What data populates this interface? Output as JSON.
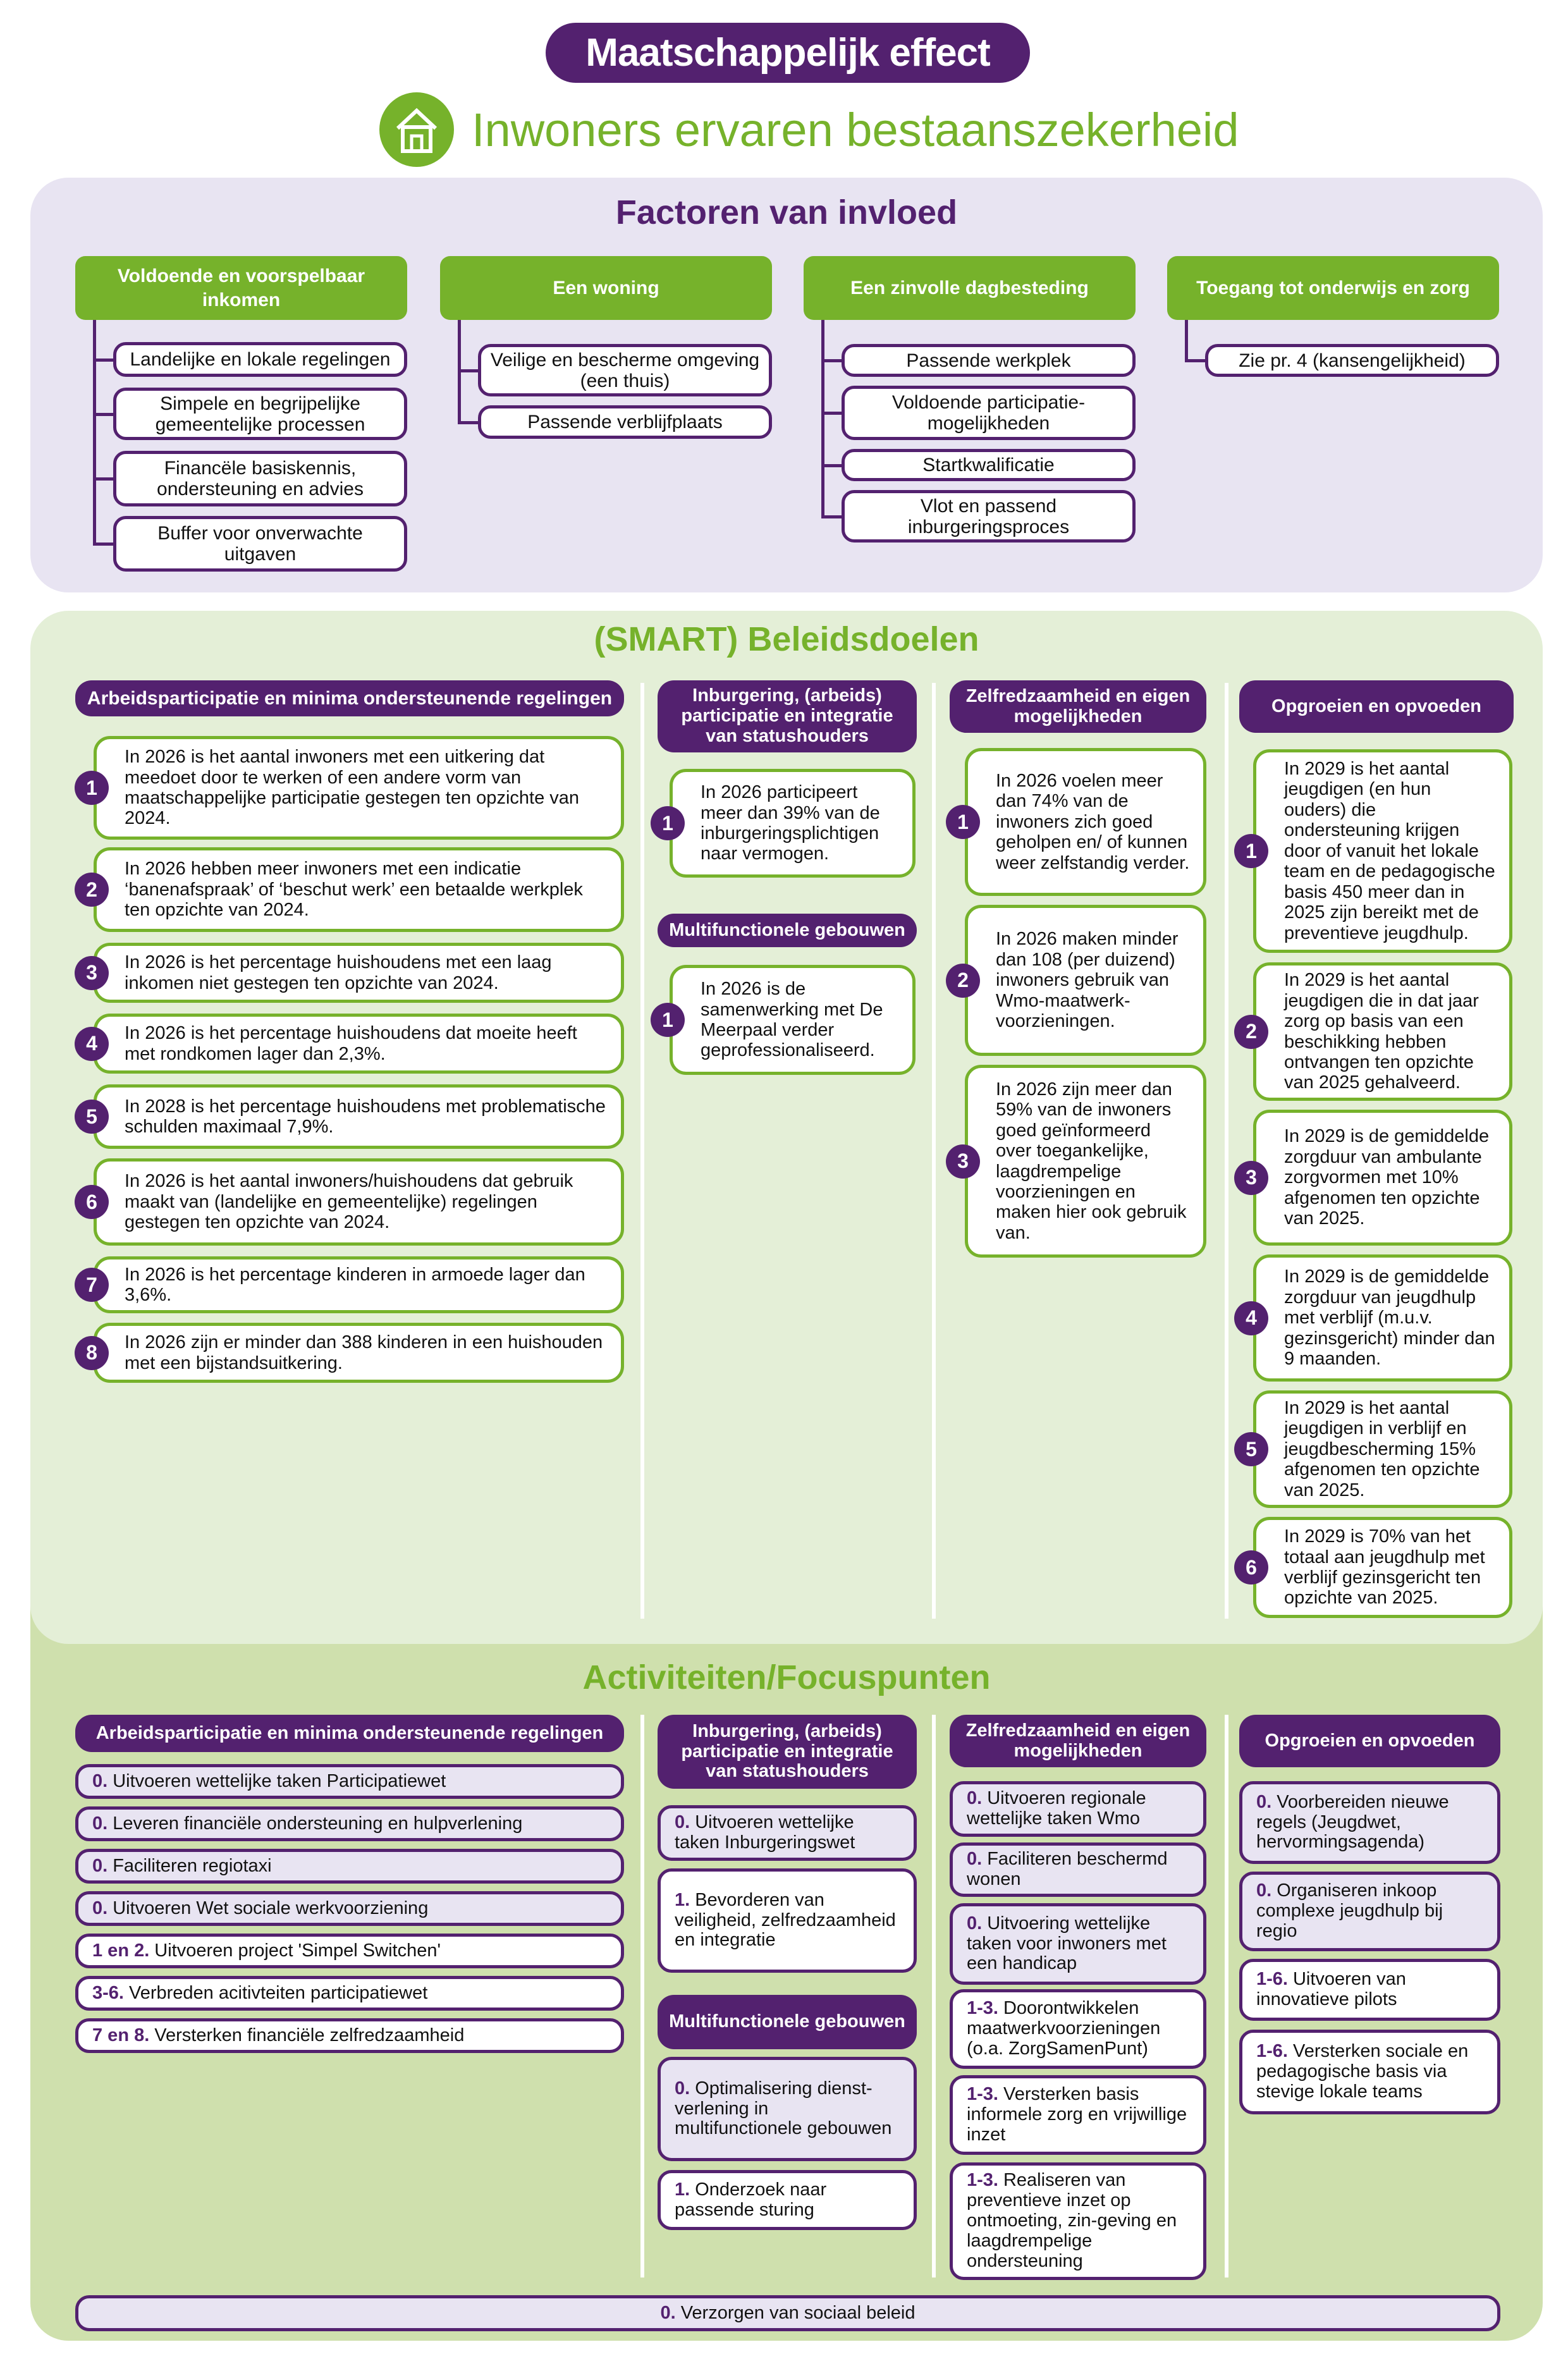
{
  "header": {
    "title": "Maatschappelijk effect",
    "subtitle": "Inwoners ervaren bestaanszekerheid",
    "icon": "house-icon"
  },
  "colors": {
    "purple": "#53216f",
    "green": "#76b22b",
    "lavender": "#e8e4f2",
    "light_green": "#e4efd7",
    "mid_green": "#cfe0ad"
  },
  "factors": {
    "title": "Factoren van invloed",
    "columns": [
      {
        "header": "Voldoende en voorspelbaar inkomen",
        "items": [
          "Landelijke en lokale regelingen",
          "Simpele en begrijpelijke gemeentelijke processen",
          "Financële basiskennis, ondersteuning en advies",
          "Buffer voor onverwachte uitgaven"
        ]
      },
      {
        "header": "Een woning",
        "items": [
          "Veilige en bescherme omgeving (een thuis)",
          "Passende verblijfplaats"
        ]
      },
      {
        "header": "Een zinvolle dagbesteding",
        "items": [
          "Passende werkplek",
          "Voldoende participatie-mogelijkheden",
          "Startkwalificatie",
          "Vlot en passend inburgeringsproces"
        ]
      },
      {
        "header": "Toegang tot onderwijs en zorg",
        "items": [
          "Zie pr. 4 (kansengelijkheid)"
        ]
      }
    ]
  },
  "smart": {
    "title": "(SMART) Beleidsdoelen",
    "groups": [
      {
        "header": "Arbeidsparticipatie en minima ondersteunende regelingen",
        "items": [
          {
            "num": "1",
            "text": "In 2026 is het aantal inwoners met een uitkering dat meedoet door te werken of een andere vorm van maatschappelijke participatie gestegen ten opzichte van 2024."
          },
          {
            "num": "2",
            "text": "In 2026 hebben meer inwoners met een indicatie ‘banenafspraak’ of ‘beschut werk’ een betaalde werkplek ten opzichte van 2024."
          },
          {
            "num": "3",
            "text": "In 2026 is het percentage huishoudens met een laag inkomen niet gestegen ten opzichte van 2024."
          },
          {
            "num": "4",
            "text": "In 2026 is het percentage huishoudens dat moeite heeft met rondkomen lager dan 2,3%."
          },
          {
            "num": "5",
            "text": "In 2028 is het percentage huishoudens met problematische schulden maximaal 7,9%."
          },
          {
            "num": "6",
            "text": "In 2026 is het aantal inwoners/huishoudens dat gebruik maakt van (landelijke en gemeentelijke) regelingen gestegen ten opzichte van 2024."
          },
          {
            "num": "7",
            "text": "In 2026 is het percentage kinderen in armoede lager dan 3,6%."
          },
          {
            "num": "8",
            "text": "In 2026 zijn er minder dan 388 kinderen in een huishouden met een bijstandsuitkering."
          }
        ]
      },
      {
        "header": "Inburgering, (arbeids) participatie en integratie van statushouders",
        "items": [
          {
            "num": "1",
            "text": "In 2026 participeert meer dan 39% van de inburgeringsplichtigen naar vermogen."
          }
        ]
      },
      {
        "header": "Multifunctionele gebouwen",
        "items": [
          {
            "num": "1",
            "text": "In 2026 is de samenwerking met De Meerpaal verder geprofessionaliseerd."
          }
        ]
      },
      {
        "header": "Zelfredzaamheid en eigen mogelijkheden",
        "items": [
          {
            "num": "1",
            "text": "In 2026 voelen meer dan 74% van de inwoners zich goed geholpen en/ of kunnen weer zelfstandig verder."
          },
          {
            "num": "2",
            "text": "In 2026 maken minder dan 108 (per duizend) inwoners gebruik van Wmo-maatwerk-voorzieningen."
          },
          {
            "num": "3",
            "text": "In 2026 zijn meer dan 59% van de inwoners goed geïnformeerd over toegankelijke, laagdrempelige voorzieningen en maken hier ook gebruik van."
          }
        ]
      },
      {
        "header": "Opgroeien en opvoeden",
        "items": [
          {
            "num": "1",
            "text": "In 2029 is het aantal jeugdigen (en hun ouders) die ondersteuning krijgen door of vanuit het lokale team en de pedagogische basis 450 meer dan in 2025 zijn bereikt met de preventieve jeugdhulp."
          },
          {
            "num": "2",
            "text": "In 2029 is het aantal jeugdigen die in dat jaar zorg op basis van een beschikking hebben ontvangen ten opzichte van 2025 gehalveerd."
          },
          {
            "num": "3",
            "text": "In 2029 is de gemiddelde zorgduur van ambulante zorgvormen met 10% afgenomen ten opzichte van 2025."
          },
          {
            "num": "4",
            "text": "In 2029 is de gemiddelde zorgduur van jeugdhulp met verblijf (m.u.v. gezinsgericht) minder dan 9 maanden."
          },
          {
            "num": "5",
            "text": "In 2029 is het aantal jeugdigen in verblijf en jeugdbescherming 15% afgenomen ten opzichte van 2025."
          },
          {
            "num": "6",
            "text": "In 2029 is 70% van het totaal aan jeugdhulp met verblijf gezinsgericht ten opzichte van 2025."
          }
        ]
      }
    ]
  },
  "activities": {
    "title": "Activiteiten/Focuspunten",
    "groups": [
      {
        "header": "Arbeidsparticipatie en minima ondersteunende regelingen",
        "items": [
          {
            "ref": "0.",
            "text": "Uitvoeren wettelijke taken Participatiewet",
            "core": true
          },
          {
            "ref": "0.",
            "text": "Leveren financiële ondersteuning en hulpverlening",
            "core": true
          },
          {
            "ref": "0.",
            "text": "Faciliteren regiotaxi",
            "core": true
          },
          {
            "ref": "0.",
            "text": "Uitvoeren Wet sociale werkvoorziening",
            "core": true
          },
          {
            "ref": "1 en 2.",
            "text": "Uitvoeren project 'Simpel Switchen'",
            "core": false
          },
          {
            "ref": "3-6.",
            "text": "Verbreden acitivteiten participatiewet",
            "core": false
          },
          {
            "ref": "7 en 8.",
            "text": "Versterken financiële zelfredzaamheid",
            "core": false
          }
        ]
      },
      {
        "header": "Inburgering, (arbeids) participatie en integratie van statushouders",
        "items": [
          {
            "ref": "0.",
            "text": "Uitvoeren wettelijke taken Inburgeringswet",
            "core": true
          },
          {
            "ref": "1.",
            "text": "Bevorderen van veiligheid, zelfredzaamheid en integratie",
            "core": false
          }
        ]
      },
      {
        "header": "Multifunctionele gebouwen",
        "items": [
          {
            "ref": "0.",
            "text": "Optimalisering dienst-verlening in multifunctionele gebouwen",
            "core": true
          },
          {
            "ref": "1.",
            "text": "Onderzoek naar passende sturing",
            "core": false
          }
        ]
      },
      {
        "header": "Zelfredzaamheid en eigen mogelijkheden",
        "items": [
          {
            "ref": "0.",
            "text": "Uitvoeren regionale wettelijke taken Wmo",
            "core": true
          },
          {
            "ref": "0.",
            "text": "Faciliteren beschermd wonen",
            "core": true
          },
          {
            "ref": "0.",
            "text": "Uitvoering wettelijke taken voor inwoners met een handicap",
            "core": true
          },
          {
            "ref": "1-3.",
            "text": "Doorontwikkelen maatwerkvoorzieningen (o.a.  ZorgSamenPunt)",
            "core": false
          },
          {
            "ref": "1-3.",
            "text": "Versterken basis informele zorg en vrijwillige inzet",
            "core": false
          },
          {
            "ref": "1-3.",
            "text": "Realiseren van preventieve inzet op ontmoeting, zin-geving en laagdrempelige ondersteuning",
            "core": false
          }
        ]
      },
      {
        "header": "Opgroeien en opvoeden",
        "items": [
          {
            "ref": "0.",
            "text": "Voorbereiden nieuwe regels (Jeugdwet, hervormingsagenda)",
            "core": true
          },
          {
            "ref": "0.",
            "text": "Organiseren inkoop complexe jeugdhulp bij regio",
            "core": true
          },
          {
            "ref": "1-6.",
            "text": "Uitvoeren van innovatieve pilots",
            "core": false
          },
          {
            "ref": "1-6.",
            "text": "Versterken sociale en pedagogische basis via stevige lokale teams",
            "core": false
          }
        ]
      }
    ],
    "footer": {
      "ref": "0.",
      "text": "Verzorgen van sociaal beleid"
    }
  }
}
